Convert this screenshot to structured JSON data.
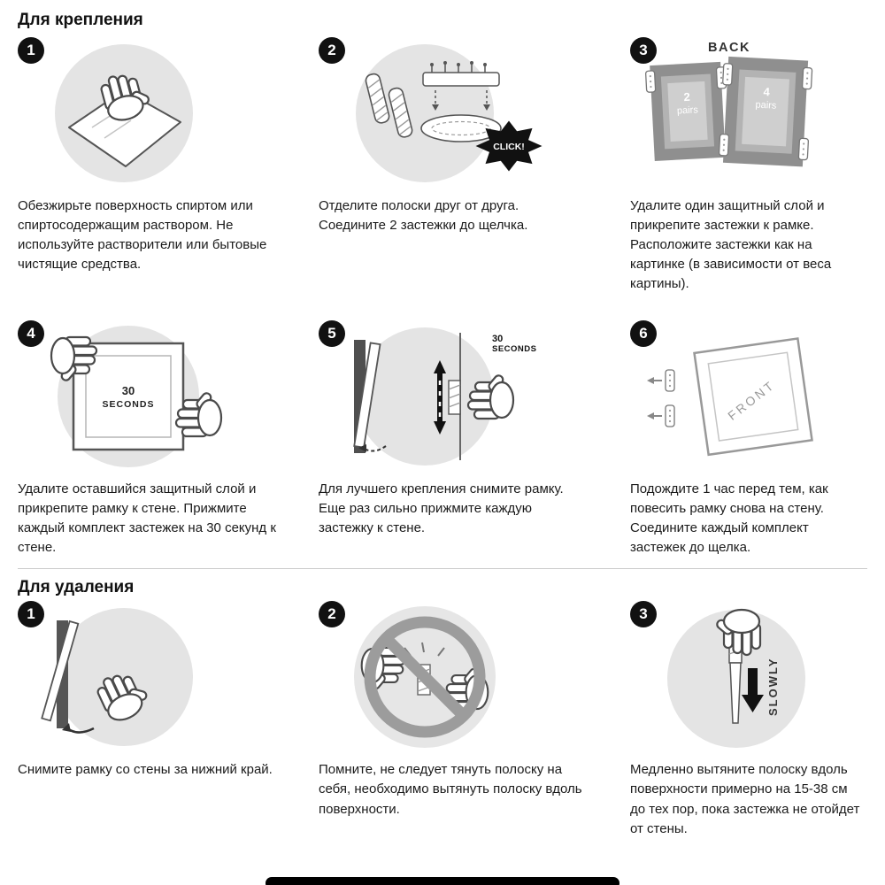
{
  "mounting": {
    "title": "Для крепления",
    "steps": [
      {
        "number": "1",
        "text": "Обезжирьте поверхность спиртом или спиртосодержащим раствором. Не используйте растворители или бытовые чистящие средства."
      },
      {
        "number": "2",
        "text": "Отделите полоски друг от друга. Соедините 2 застежки до щелчка.",
        "labels": {
          "click": "CLICK!"
        }
      },
      {
        "number": "3",
        "text": "Удалите один защитный слой и прикрепите застежки к рамке. Расположите застежки как на картинке (в зависимости от веса картины).",
        "labels": {
          "back": "BACK",
          "left_count": "2",
          "left_word": "pairs",
          "right_count": "4",
          "right_word": "pairs"
        }
      },
      {
        "number": "4",
        "text": "Удалите оставшийся защитный слой и прикрепите рамку к стене. Прижмите каждый комплект застежек на 30 секунд к стене.",
        "labels": {
          "seconds_value": "30",
          "seconds_word": "SECONDS"
        }
      },
      {
        "number": "5",
        "text": "Для лучшего крепления снимите рамку. Еще раз сильно прижмите каждую застежку к стене.",
        "labels": {
          "seconds_value": "30",
          "seconds_word": "SECONDS"
        }
      },
      {
        "number": "6",
        "text": "Подождите 1 час перед тем, как повесить рамку снова на стену. Соедините каждый комплект застежек до щелка.",
        "labels": {
          "front": "FRONT"
        }
      }
    ]
  },
  "removal": {
    "title": "Для удаления",
    "steps": [
      {
        "number": "1",
        "text": "Снимите рамку со стены за нижний край."
      },
      {
        "number": "2",
        "text": "Помните, не следует тянуть полоску на себя, необходимо вытянуть полоску вдоль поверхности."
      },
      {
        "number": "3",
        "text": "Медленно вытяните полоску вдоль поверхности примерно на 15-38 см до тех пор, пока застежка не отойдет от стены.",
        "labels": {
          "slowly": "SLOWLY"
        }
      }
    ]
  }
}
